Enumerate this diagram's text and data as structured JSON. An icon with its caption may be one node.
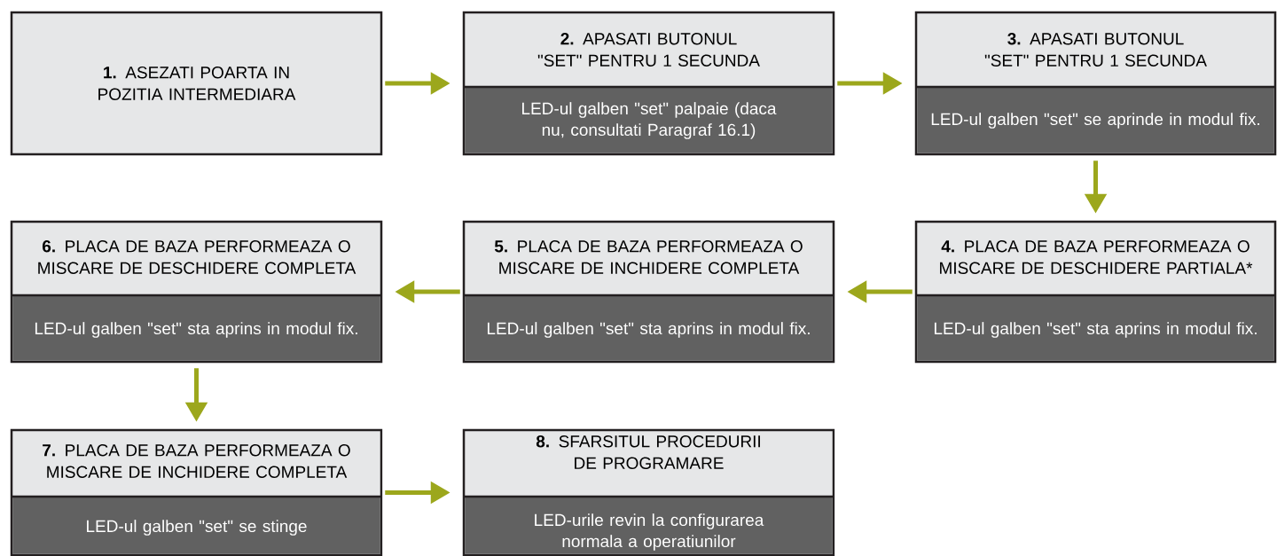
{
  "diagram": {
    "nodes": [
      {
        "text": [
          "**1.** ASEZATI POARTA IN POZITIA INTERMEDIARA"
        ]
      },
      {
        "text": [
          "**2.** APASATI BUTONUL \"SET\" PENTRU 1 SECUNDA",
          "LED-ul galben \"set\" palpaie (daca nu, consultati Paragraf 16.1)"
        ]
      },
      {
        "text": [
          "**3.** APASATI BUTONUL \"SET\" PENTRU 1 SECUNDA",
          "LED-ul galben \"set\" se aprinde in modul fix."
        ]
      },
      {
        "text": [
          "**4.** PLACA DE BAZA PERFORMEAZA O MISCARE DE DESCHIDERE PARTIALA*",
          "LED-ul galben \"set\" sta aprins in modul fix."
        ]
      },
      {
        "text": [
          "**5.** PLACA DE BAZA PERFORMEAZA O MISCARE DE INCHIDERE COMPLETA",
          "LED-ul galben \"set\" sta aprins in modul fix."
        ]
      },
      {
        "text": [
          "**6.** PLACA DE BAZA PERFORMEAZA O MISCARE DE DESCHIDERE COMPLETA",
          "LED-ul galben \"set\" sta aprins in modul fix."
        ]
      },
      {
        "text": [
          "**7.** PLACA DE BAZA PERFORMEAZA O MISCARE DE INCHIDERE COMPLETA",
          "LED-ul galben \"set\" se stinge"
        ]
      },
      {
        "text": [
          "**8.** SFARSITUL PROCEDURII DE PROGRAMARE",
          "LED-urile revin la configurarea normala a operatiunilor"
        ]
      }
    ],
    "edges": [
      {
        "from": 0,
        "to": 1,
        "arrow": "to"
      },
      {
        "from": 1,
        "to": 2,
        "arrow": "to"
      },
      {
        "from": 2,
        "to": 3,
        "arrow": "to"
      },
      {
        "from": 3,
        "to": 4,
        "arrow": "to"
      },
      {
        "from": 4,
        "to": 5,
        "arrow": "to"
      },
      {
        "from": 5,
        "to": 6,
        "arrow": "to"
      },
      {
        "from": 6,
        "to": 7,
        "arrow": "to"
      }
    ]
  }
}
